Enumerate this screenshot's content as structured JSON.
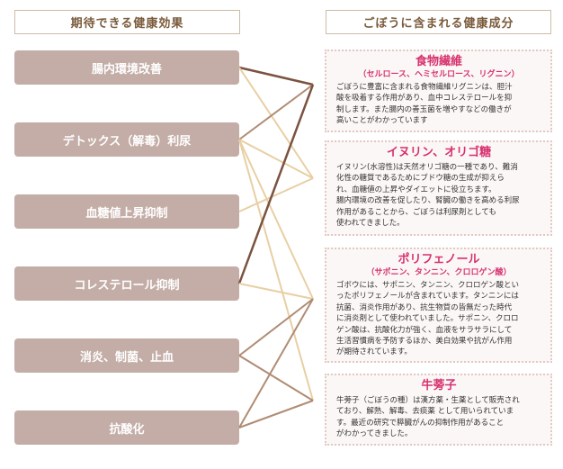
{
  "headers": {
    "left": "期待できる健康効果",
    "right": "ごぼうに含まれる健康成分"
  },
  "effects": [
    "腸内環境改善",
    "デトックス（解毒）利尿",
    "血糖値上昇抑制",
    "コレステロール抑制",
    "消炎、制菌、止血",
    "抗酸化"
  ],
  "components": [
    {
      "title": "食物繊維",
      "subtitle": "（セルロース、ヘミセルロース、リグニン）",
      "description": "ごぼうに豊富に含まれる食物繊維リグニンは、胆汁\n酸を吸着する作用があり、血中コレステロールを抑\n制します。また腸内の善玉菌を増やすなどの働きが\n高いことがわかっています"
    },
    {
      "title": "イヌリン、オリゴ糖",
      "subtitle": "",
      "description": "イヌリン(水溶性)は天然オリゴ糖の一種であり、難消\n化性の糖質であるためにブドウ糖の生成が抑えら\nれ、血糖値の上昇やダイエットに役立ちます。\n腸内環境の改善を促したり、腎臓の働きを高める利尿\n作用があることから、ごぼうは利尿剤としても\n使われてきました。"
    },
    {
      "title": "ポリフェノール",
      "subtitle": "（サポニン、タンニン、クロロゲン酸）",
      "description": "ゴボウには、サポニン、タンニン、クロロゲン酸とい\nったポリフェノールが含まれています。タンニンには\n抗菌、消炎作用があり、抗生物質の皆無だった時代\nに消炎剤として使われていました。サポニン、クロロ\nゲン酸は、抗酸化力が強く、血液をサラサラにして\n生活習慣病を予防するほか、美白効果や抗がん作用\nが期待されています。"
    },
    {
      "title": "牛蒡子",
      "subtitle": "",
      "description": "牛蒡子（ごぼうの種）は漢方薬・生薬として販売され\nており、解熱、解毒、去痰薬 として用いられていま\nす。最近の研究で膵臓がんの抑制作用があること\nがわかってきました。"
    }
  ],
  "colors": {
    "dark_line": "#7b5240",
    "light_line": "#e8cfa3",
    "tan_line": "#b08c74",
    "effect_box": "#c3ada6",
    "accent": "#d7316f"
  }
}
